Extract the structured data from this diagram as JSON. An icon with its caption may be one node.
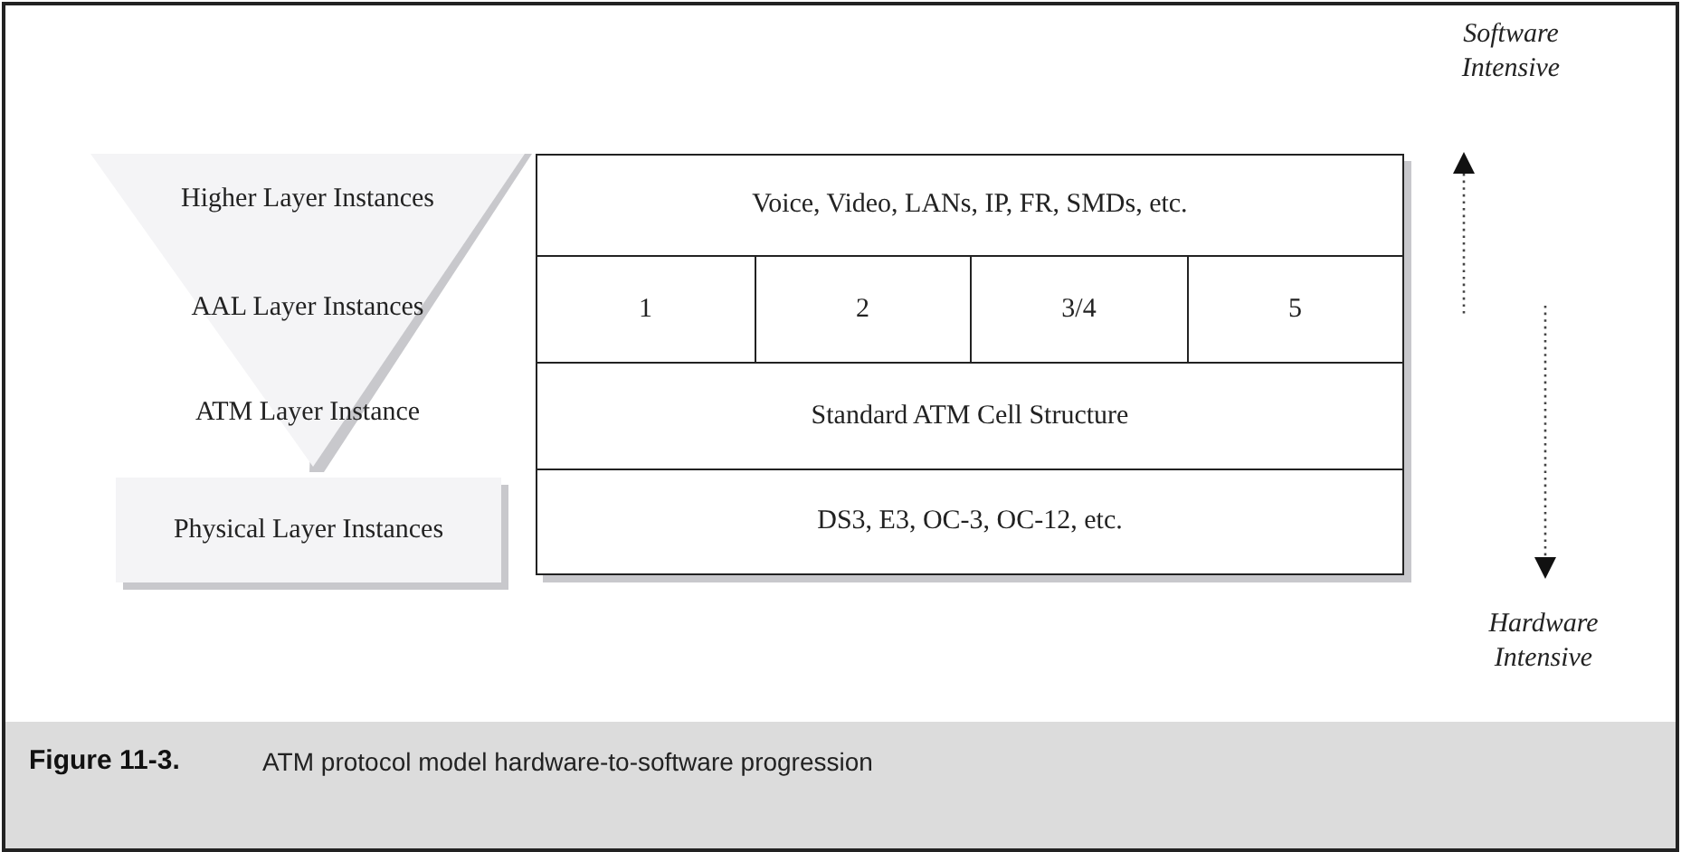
{
  "diagram": {
    "title": "Figure 11-3.",
    "caption": "ATM protocol model hardware-to-software progression",
    "nodes": [
      {
        "text": [
          "Higher Layer Instances",
          "AAL Layer Instances",
          "ATM Layer Instance"
        ]
      },
      {
        "text": [
          "Physical Layer Instances"
        ]
      },
      {
        "text": [
          "Voice, Video, LANs, IP, FR, SMDs, etc."
        ]
      },
      {
        "text": [
          "1"
        ]
      },
      {
        "text": [
          "2"
        ]
      },
      {
        "text": [
          "3/4"
        ]
      },
      {
        "text": [
          "5"
        ]
      },
      {
        "text": [
          "Standard ATM Cell Structure"
        ]
      },
      {
        "text": [
          "DS3, E3, OC-3, OC-12, etc."
        ]
      }
    ],
    "labels": [
      "Software Intensive",
      "Hardware Intensive"
    ]
  }
}
